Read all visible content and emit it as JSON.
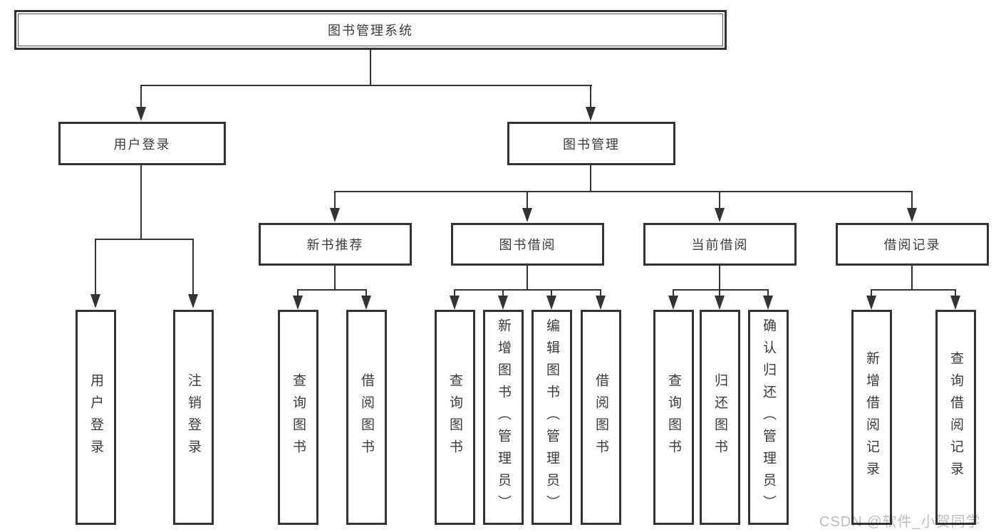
{
  "diagram": {
    "root": "图书管理系统",
    "children": [
      {
        "label": "用户登录",
        "children": [
          "用户登录",
          "注销登录"
        ]
      },
      {
        "label": "图书管理",
        "children": [
          {
            "label": "新书推荐",
            "children": [
              "查询图书",
              "借阅图书"
            ]
          },
          {
            "label": "图书借阅",
            "children": [
              "查询图书",
              "新增图书（管理员）",
              "编辑图书（管理员）",
              "借阅图书"
            ]
          },
          {
            "label": "当前借阅",
            "children": [
              "查询图书",
              "归还图书",
              "确认归还（管理员）"
            ]
          },
          {
            "label": "借阅记录",
            "children": [
              "新增借阅记录",
              "查询借阅记录"
            ]
          }
        ]
      }
    ]
  },
  "watermark": "CSDN @软件_小贺同学",
  "colors": {
    "line": "#333333",
    "text": "#3a3a3a",
    "background": "#ffffff",
    "watermark": "#c0bbbc"
  }
}
